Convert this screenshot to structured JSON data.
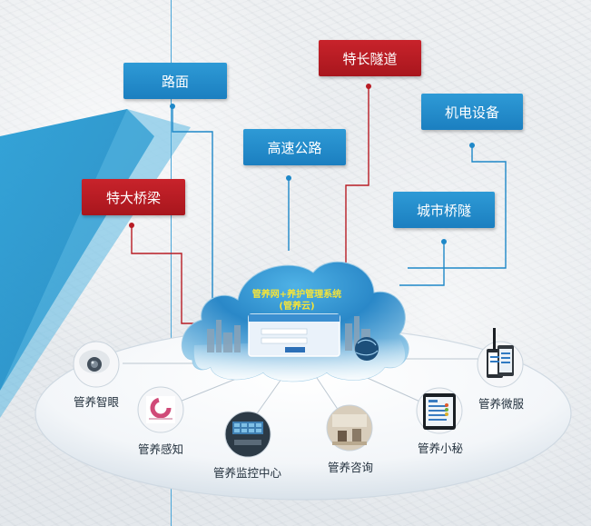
{
  "categories": {
    "road": "路面",
    "tunnel": "特长隧道",
    "equipment": "机电设备",
    "highway": "高速公路",
    "bridge": "特大桥梁",
    "city_bridge_tunnel": "城市桥隧"
  },
  "cloud": {
    "title_line1": "管养网+养护管理系统",
    "title_line2": "(管养云)"
  },
  "nodes": {
    "smart_eye": "管养智眼",
    "sensing": "管养感知",
    "monitoring": "管养监控中心",
    "consult": "管养咨询",
    "secretary": "管养小秘",
    "wechat": "管养微服"
  },
  "colors": {
    "blue": "#1e88c8",
    "red": "#b81c24",
    "title_yellow": "#f4e43a"
  }
}
